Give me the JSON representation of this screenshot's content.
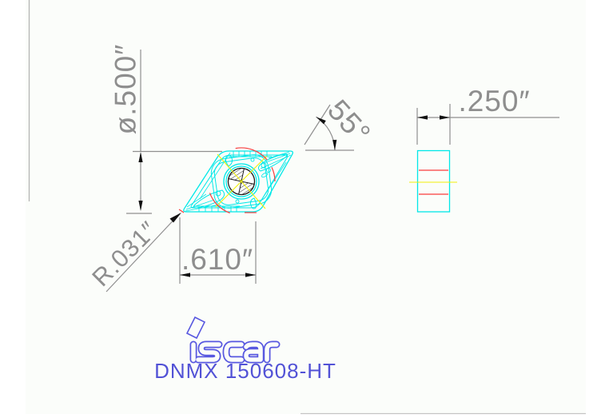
{
  "document": {
    "type": "technical-drawing",
    "subject": "turning insert"
  },
  "dimensions": {
    "ic_diameter": "ø.500″",
    "corner_angle": "55°",
    "thickness": ".250″",
    "corner_radius": "R.031″",
    "cutting_edge_length": ".610″"
  },
  "brand": {
    "logo_text": "iscar"
  },
  "part": {
    "designation": "DNMX 150608-HT"
  },
  "colors": {
    "insert_outline_cyan": "#00e8e8",
    "chipformer_red": "#fa3c3c",
    "centerline_yellow": "#f0f00a",
    "dimension_gray": "#8e8e8e",
    "arrow_black": "#111111",
    "logo_blue": "#5858e0",
    "sheet_tint": "#fbfdfa",
    "frame_gray": "#b8b8b8"
  }
}
